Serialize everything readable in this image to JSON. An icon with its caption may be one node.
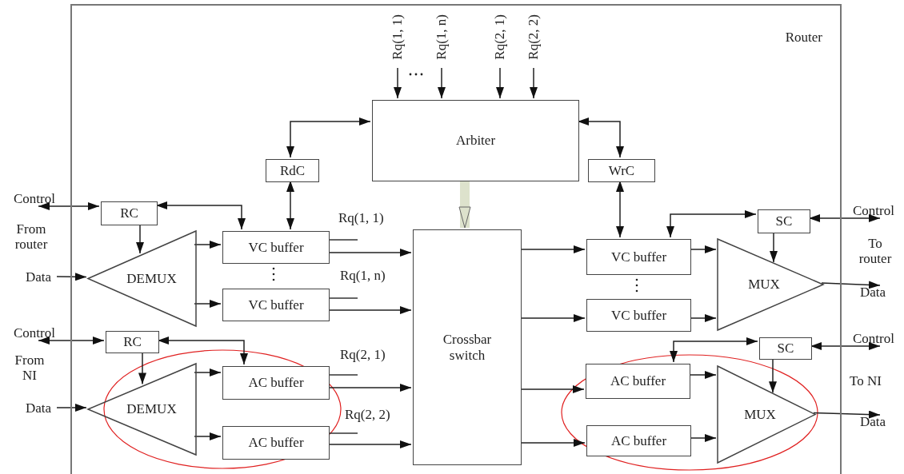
{
  "diagram": {
    "nodes": [
      {
        "text": [
          "Router"
        ]
      },
      {
        "text": [
          "Arbiter"
        ],
        "in": 0
      },
      {
        "text": [
          "RdC"
        ],
        "in": 0
      },
      {
        "text": [
          "WrC"
        ],
        "in": 0
      },
      {
        "text": [
          "RC"
        ],
        "in": 0
      },
      {
        "text": [
          "DEMUX"
        ],
        "in": 0
      },
      {
        "text": [
          "VC buffer"
        ],
        "in": 0,
        "beside": [
          "Rq(1, 1)"
        ]
      },
      {
        "text": [
          "VC buffer"
        ],
        "in": 0,
        "beside": [
          "Rq(1, n)"
        ]
      },
      {
        "text": [
          "Crossbar switch"
        ],
        "in": 0
      },
      {
        "text": [
          "VC buffer"
        ],
        "in": 0
      },
      {
        "text": [
          "VC buffer"
        ],
        "in": 0
      },
      {
        "text": [
          "SC"
        ],
        "in": 0
      },
      {
        "text": [
          "MUX"
        ],
        "in": 0
      },
      {
        "text": [
          "RC"
        ],
        "in": 0
      },
      {
        "text": [
          "DEMUX"
        ],
        "in": 0
      },
      {
        "text": [
          "AC buffer"
        ],
        "in": 0,
        "beside": [
          "Rq(2, 1)"
        ]
      },
      {
        "text": [
          "AC buffer"
        ],
        "in": 0,
        "beside": [
          "Rq(2, 2)"
        ]
      },
      {
        "text": [
          "AC buffer"
        ],
        "in": 0
      },
      {
        "text": [
          "AC buffer"
        ],
        "in": 0
      },
      {
        "text": [
          "SC"
        ],
        "in": 0
      },
      {
        "text": [
          "MUX"
        ],
        "in": 0
      },
      {
        "text": [
          "Control"
        ]
      },
      {
        "text": [
          "Data"
        ]
      },
      {
        "text": [
          "Control"
        ]
      },
      {
        "text": [
          "Data"
        ]
      },
      {
        "text": [
          "Control"
        ]
      },
      {
        "text": [
          "Data"
        ]
      },
      {
        "text": [
          "Control"
        ]
      },
      {
        "text": [
          "Data"
        ]
      }
    ],
    "edges": [
      {
        "from": null,
        "to": 1,
        "arrow": "to"
      },
      {
        "from": null,
        "to": 1,
        "arrow": "to"
      },
      {
        "from": null,
        "to": 1,
        "arrow": "to"
      },
      {
        "from": null,
        "to": 1,
        "arrow": "to"
      },
      {
        "from": 1,
        "to": 2,
        "arrow": "both"
      },
      {
        "from": 1,
        "to": 3,
        "arrow": "both"
      },
      {
        "from": 1,
        "to": 8,
        "arrow": "to",
        "style": "thick",
        "color": "#dde2cc"
      },
      {
        "from": 2,
        "to": 6,
        "arrow": "both"
      },
      {
        "from": 3,
        "to": 9,
        "arrow": "both"
      },
      {
        "from": 21,
        "to": 4,
        "arrow": "both"
      },
      {
        "from": 22,
        "to": 5,
        "arrow": "to"
      },
      {
        "from": 4,
        "to": 5,
        "arrow": "to"
      },
      {
        "from": 4,
        "to": 6,
        "arrow": "both"
      },
      {
        "from": 5,
        "to": 6,
        "arrow": "to"
      },
      {
        "from": 5,
        "to": 7,
        "arrow": "to"
      },
      {
        "from": 6,
        "to": 8,
        "arrow": "to"
      },
      {
        "from": 7,
        "to": 8,
        "arrow": "to"
      },
      {
        "from": 23,
        "to": 13,
        "arrow": "both"
      },
      {
        "from": 24,
        "to": 14,
        "arrow": "to"
      },
      {
        "from": 13,
        "to": 14,
        "arrow": "to"
      },
      {
        "from": 13,
        "to": 15,
        "arrow": "both"
      },
      {
        "from": 14,
        "to": 15,
        "arrow": "to"
      },
      {
        "from": 14,
        "to": 16,
        "arrow": "to"
      },
      {
        "from": 15,
        "to": 8,
        "arrow": "to"
      },
      {
        "from": 16,
        "to": 8,
        "arrow": "to"
      },
      {
        "from": 8,
        "to": 9,
        "arrow": "to"
      },
      {
        "from": 8,
        "to": 10,
        "arrow": "to"
      },
      {
        "from": 8,
        "to": 17,
        "arrow": "to"
      },
      {
        "from": 8,
        "to": 18,
        "arrow": "to"
      },
      {
        "from": 9,
        "to": 12,
        "arrow": "to"
      },
      {
        "from": 10,
        "to": 12,
        "arrow": "to"
      },
      {
        "from": 11,
        "to": 12,
        "arrow": "to"
      },
      {
        "from": 11,
        "to": 9,
        "arrow": "both"
      },
      {
        "from": 25,
        "to": 11,
        "arrow": "both"
      },
      {
        "from": 12,
        "to": 26,
        "arrow": "to"
      },
      {
        "from": 17,
        "to": 20,
        "arrow": "to"
      },
      {
        "from": 18,
        "to": 20,
        "arrow": "to"
      },
      {
        "from": 19,
        "to": 20,
        "arrow": "to"
      },
      {
        "from": 19,
        "to": 17,
        "arrow": "both"
      },
      {
        "from": 27,
        "to": 19,
        "arrow": "both"
      },
      {
        "from": 20,
        "to": 28,
        "arrow": "to"
      }
    ],
    "labels": [
      "Rq(1, 1)",
      "Rq(1, n)",
      "Rq(2, 1)",
      "Rq(2, 2)",
      "From router",
      "To router",
      "From NI",
      "To NI"
    ]
  }
}
